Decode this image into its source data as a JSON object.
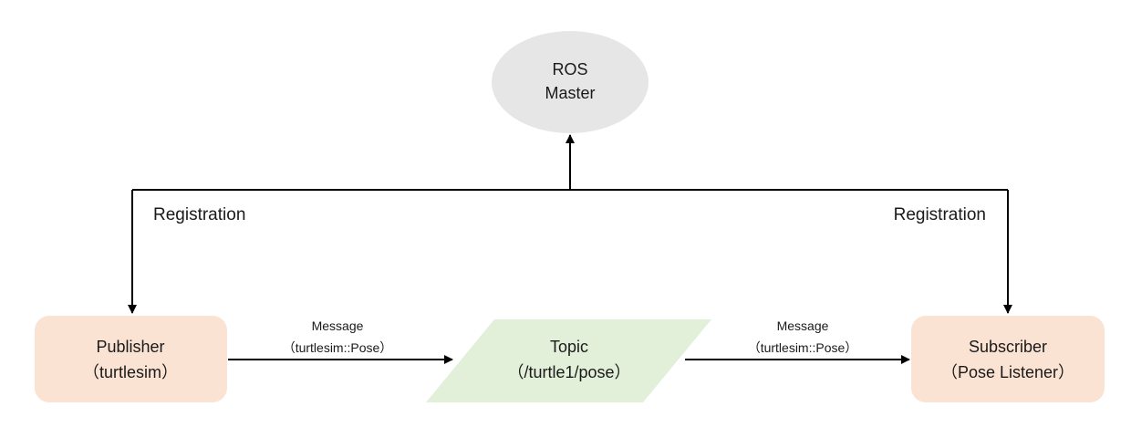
{
  "master": {
    "line1": "ROS",
    "line2": "Master"
  },
  "publisher": {
    "line1": "Publisher",
    "line2": "（turtlesim）"
  },
  "topic": {
    "line1": "Topic",
    "line2": "（/turtle1/pose）"
  },
  "subscriber": {
    "line1": "Subscriber",
    "line2": "（Pose Listener）"
  },
  "edges": {
    "left_registration": "Registration",
    "right_registration": "Registration",
    "left_message_title": "Message",
    "left_message_type": "（turtlesim::Pose）",
    "right_message_title": "Message",
    "right_message_type": "（turtlesim::Pose）"
  },
  "colors": {
    "master_fill": "#e6e6e6",
    "node_fill": "#fbe3d4",
    "topic_fill": "#e2efd9",
    "line": "#000000"
  }
}
